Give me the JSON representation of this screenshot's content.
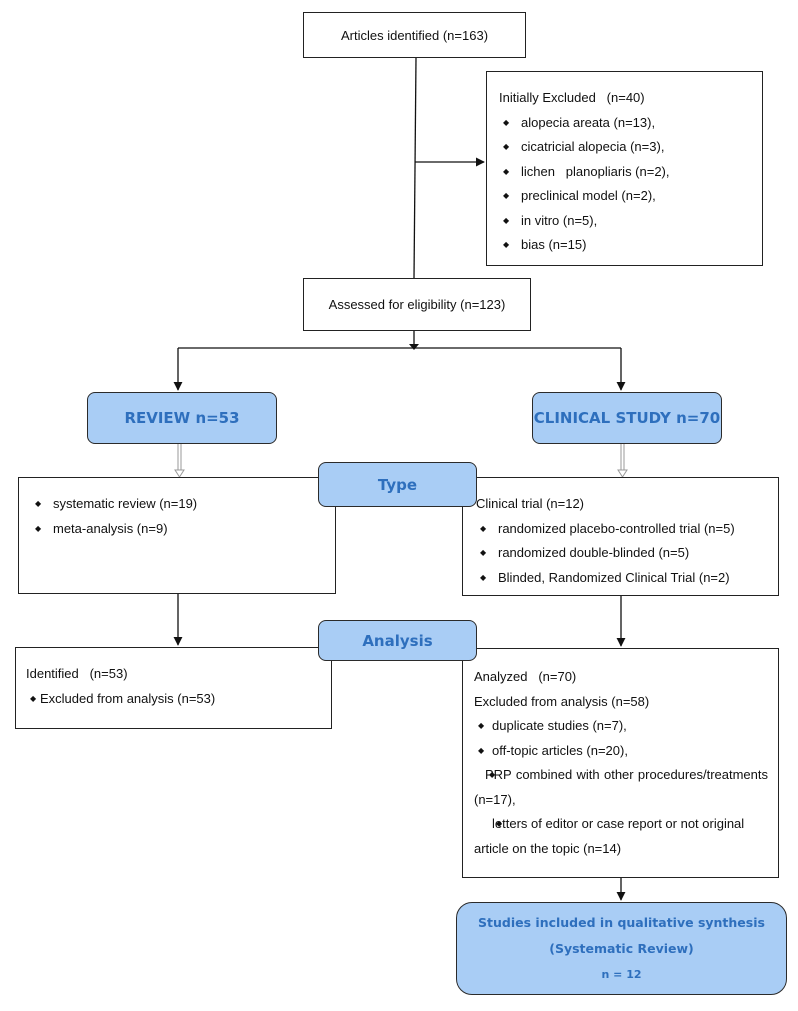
{
  "nodes": {
    "identified": "Articles identified (n=163)",
    "excluded_title": "Initially Excluded   (n=40)",
    "excluded_items": [
      "alopecia areata (n=13),",
      "cicatricial alopecia (n=3),",
      "lichen   planopliaris (n=2),",
      "preclinical model (n=2),",
      "in vitro (n=5),",
      "bias (n=15)"
    ],
    "assessed": "Assessed for eligibility (n=123)",
    "review": "REVIEW n=53",
    "clinical": "CLINICAL STUDY n=70",
    "type_label": "Type",
    "review_types": [
      "systematic review (n=19)",
      "meta-analysis (n=9)"
    ],
    "clinical_type_title": "Clinical trial (n=12)",
    "clinical_types": [
      "randomized placebo-controlled trial (n=5)",
      "randomized double-blinded (n=5)",
      "Blinded, Randomized Clinical Trial (n=2)"
    ],
    "analysis_label": "Analysis",
    "review_analysis": {
      "identified": "Identified   (n=53)",
      "excluded": "Excluded from analysis (n=53)"
    },
    "clinical_analysis": {
      "analyzed": "Analyzed   (n=70)",
      "excluded_title": "Excluded from analysis (n=58)",
      "items": [
        "duplicate studies (n=7),",
        "off-topic articles (n=20),",
        "PRP combined with other procedures/treatments (n=17),",
        "letters of editor or case report or not original article on the topic (n=14)"
      ]
    },
    "final": {
      "line1": "Studies included in qualitative synthesis",
      "line2": "(Systematic Review)",
      "line3": "n = 12"
    }
  }
}
